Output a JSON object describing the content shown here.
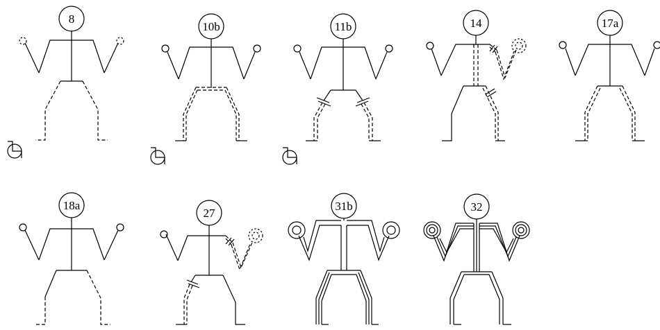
{
  "figures": [
    {
      "label": "8",
      "head": "plain",
      "arms": "single",
      "hand_left": "dotted",
      "hand_right": "dotted",
      "torso": "single",
      "leg_left": "dashed",
      "leg_right": "dashed",
      "wheelchair": true
    },
    {
      "label": "10b",
      "head": "plain",
      "arms": "single",
      "hand_left": "circle",
      "hand_right": "circle",
      "torso": "single",
      "leg_left": "double-dashed",
      "leg_right": "double-dashed",
      "hip": "double-dashed",
      "wheelchair": true
    },
    {
      "label": "11b",
      "head": "plain",
      "arms": "single",
      "hand_left": "circle",
      "hand_right": "circle",
      "torso": "single",
      "leg_left": "double-dashed-cut",
      "leg_right": "double-dashed-cut",
      "wheelchair": true
    },
    {
      "label": "14",
      "head": "plain",
      "arms": "single",
      "hand_left": "circle",
      "hand_right": "double-dotted",
      "arm_right": "double-dashed-cut",
      "torso": "double-dashed",
      "leg_left": "single",
      "leg_right": "double-dashed-cut",
      "wheelchair": false
    },
    {
      "label": "17a",
      "head": "plain",
      "arms": "single",
      "hand_left": "circle",
      "hand_right": "circle",
      "torso": "single",
      "leg_left": "double-dashed",
      "leg_right": "double-dashed",
      "wheelchair": false
    },
    {
      "label": "18a",
      "head": "plain",
      "arms": "single",
      "hand_left": "circle",
      "hand_right": "circle",
      "torso": "single",
      "leg_left": "single-dashed",
      "leg_right": "dashed",
      "wheelchair": false
    },
    {
      "label": "27",
      "head": "plain",
      "arms": "single",
      "hand_left": "circle",
      "hand_right": "double-dotted",
      "arm_right": "double-dashed-cut",
      "torso": "single",
      "leg_left": "double-dashed-cut",
      "leg_right": "single",
      "wheelchair": false
    },
    {
      "label": "31b",
      "head": "plain",
      "arms": "double",
      "hand_left": "double-circle",
      "hand_right": "double-circle",
      "torso": "double",
      "leg_left": "triple",
      "leg_right": "triple",
      "wheelchair": false
    },
    {
      "label": "32",
      "head": "plain",
      "arms": "triple",
      "hand_left": "triple-circle",
      "hand_right": "triple-circle",
      "torso": "triple",
      "leg_left": "double",
      "leg_right": "double",
      "wheelchair": false
    }
  ]
}
